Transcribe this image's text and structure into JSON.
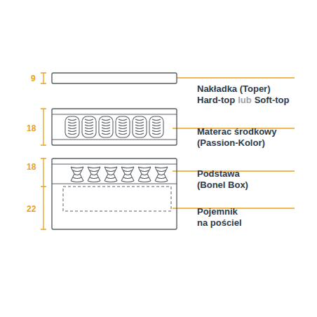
{
  "diagram": {
    "labels": [
      "9",
      "18",
      "18",
      "22",
      "Nakładka (Toper)",
      "Hard-top",
      "lub",
      "Soft-top",
      "Materac środkowy",
      "(Passion-Kolor)",
      "Podstawa",
      "(Bonel Box)",
      "Pojemnik na pościel"
    ]
  }
}
